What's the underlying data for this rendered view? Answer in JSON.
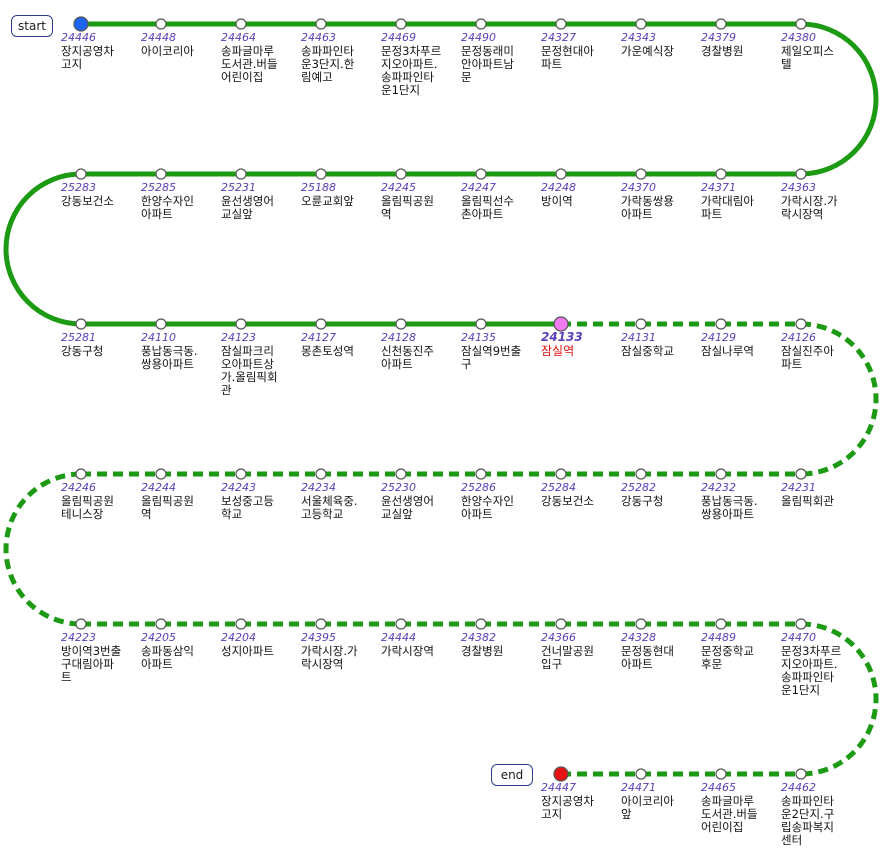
{
  "labels": {
    "start": "start",
    "end": "end"
  },
  "colors": {
    "route": "#1d9a13",
    "stop_fill": "#ffffff",
    "stop_stroke": "#555555",
    "start_dot": "#1e64f0",
    "current_dot": "#f07cf0",
    "end_dot": "#e61414"
  },
  "rows": [
    {
      "direction": "ltr",
      "segment": "solid",
      "stops": [
        {
          "code": "24446",
          "name": [
            "장지공영차",
            "고지"
          ],
          "marker": "start"
        },
        {
          "code": "24448",
          "name": [
            "아이코리아"
          ]
        },
        {
          "code": "24464",
          "name": [
            "송파글마루",
            "도서관.버들",
            "어린이집"
          ]
        },
        {
          "code": "24463",
          "name": [
            "송파파인타",
            "운3단지.한",
            "림예고"
          ]
        },
        {
          "code": "24469",
          "name": [
            "문정3차푸르",
            "지오아파트.",
            "송파파인타",
            "운1단지"
          ]
        },
        {
          "code": "24490",
          "name": [
            "문정동래미",
            "안아파트남",
            "문"
          ]
        },
        {
          "code": "24327",
          "name": [
            "문정현대아",
            "파트"
          ]
        },
        {
          "code": "24343",
          "name": [
            "가운예식장"
          ]
        },
        {
          "code": "24379",
          "name": [
            "경찰병원"
          ]
        },
        {
          "code": "24380",
          "name": [
            "제일오피스",
            "텔"
          ]
        }
      ]
    },
    {
      "direction": "rtl",
      "segment": "solid",
      "stops": [
        {
          "code": "24363",
          "name": [
            "가락시장.가",
            "락시장역"
          ]
        },
        {
          "code": "24371",
          "name": [
            "가락대림아",
            "파트"
          ]
        },
        {
          "code": "24370",
          "name": [
            "가락동쌍용",
            "아파트"
          ]
        },
        {
          "code": "24248",
          "name": [
            "방이역"
          ]
        },
        {
          "code": "24247",
          "name": [
            "올림픽선수",
            "촌아파트"
          ]
        },
        {
          "code": "24245",
          "name": [
            "올림픽공원",
            "역"
          ]
        },
        {
          "code": "25188",
          "name": [
            "오륜교회앞"
          ]
        },
        {
          "code": "25231",
          "name": [
            "윤선생영어",
            "교실앞"
          ]
        },
        {
          "code": "25285",
          "name": [
            "한양수자인",
            "아파트"
          ]
        },
        {
          "code": "25283",
          "name": [
            "강동보건소"
          ]
        }
      ]
    },
    {
      "direction": "ltr",
      "segment": "mixed",
      "stops": [
        {
          "code": "25281",
          "name": [
            "강동구청"
          ]
        },
        {
          "code": "24110",
          "name": [
            "풍납동극동.",
            "쌍용아파트"
          ]
        },
        {
          "code": "24123",
          "name": [
            "잠실파크리",
            "오아파트상",
            "가.올림픽회",
            "관"
          ]
        },
        {
          "code": "24127",
          "name": [
            "몽촌토성역"
          ]
        },
        {
          "code": "24128",
          "name": [
            "신천동진주",
            "아파트"
          ]
        },
        {
          "code": "24135",
          "name": [
            "잠실역9번출",
            "구"
          ]
        },
        {
          "code": "24133",
          "name": [
            "잠실역"
          ],
          "marker": "current"
        },
        {
          "code": "24131",
          "name": [
            "잠실중학교"
          ]
        },
        {
          "code": "24129",
          "name": [
            "잠실나루역"
          ]
        },
        {
          "code": "24126",
          "name": [
            "잠실진주아",
            "파트"
          ]
        }
      ]
    },
    {
      "direction": "rtl",
      "segment": "dashed",
      "stops": [
        {
          "code": "24231",
          "name": [
            "올림픽회관"
          ]
        },
        {
          "code": "24232",
          "name": [
            "풍납동극동.",
            "쌍용아파트"
          ]
        },
        {
          "code": "25282",
          "name": [
            "강동구청"
          ]
        },
        {
          "code": "25284",
          "name": [
            "강동보건소"
          ]
        },
        {
          "code": "25286",
          "name": [
            "한양수자인",
            "아파트"
          ]
        },
        {
          "code": "25230",
          "name": [
            "윤선생영어",
            "교실앞"
          ]
        },
        {
          "code": "24234",
          "name": [
            "서울체육중.",
            "고등학교"
          ]
        },
        {
          "code": "24243",
          "name": [
            "보성중고등",
            "학교"
          ]
        },
        {
          "code": "24244",
          "name": [
            "올림픽공원",
            "역"
          ]
        },
        {
          "code": "24246",
          "name": [
            "올림픽공원",
            "테니스장"
          ]
        }
      ]
    },
    {
      "direction": "ltr",
      "segment": "dashed",
      "stops": [
        {
          "code": "24223",
          "name": [
            "방이역3번출",
            "구대림아파",
            "트"
          ]
        },
        {
          "code": "24205",
          "name": [
            "송파동삼익",
            "아파트"
          ]
        },
        {
          "code": "24204",
          "name": [
            "성지아파트"
          ]
        },
        {
          "code": "24395",
          "name": [
            "가락시장.가",
            "락시장역"
          ]
        },
        {
          "code": "24444",
          "name": [
            "가락시장역"
          ]
        },
        {
          "code": "24382",
          "name": [
            "경찰병원"
          ]
        },
        {
          "code": "24366",
          "name": [
            "건너말공원",
            "입구"
          ]
        },
        {
          "code": "24328",
          "name": [
            "문정동현대",
            "아파트"
          ]
        },
        {
          "code": "24489",
          "name": [
            "문정중학교",
            "후문"
          ]
        },
        {
          "code": "24470",
          "name": [
            "문정3차푸르",
            "지오아파트.",
            "송파파인타",
            "운1단지"
          ]
        }
      ]
    },
    {
      "direction": "rtl",
      "segment": "dashed",
      "stops": [
        {
          "code": "24462",
          "name": [
            "송파파인타",
            "운2단지.구",
            "립송파복지",
            "센터"
          ]
        },
        {
          "code": "24465",
          "name": [
            "송파글마루",
            "도서관.버들",
            "어린이집"
          ]
        },
        {
          "code": "24471",
          "name": [
            "아이코리아",
            "앞"
          ]
        },
        {
          "code": "24447",
          "name": [
            "장지공영차",
            "고지"
          ],
          "marker": "end"
        }
      ]
    }
  ]
}
